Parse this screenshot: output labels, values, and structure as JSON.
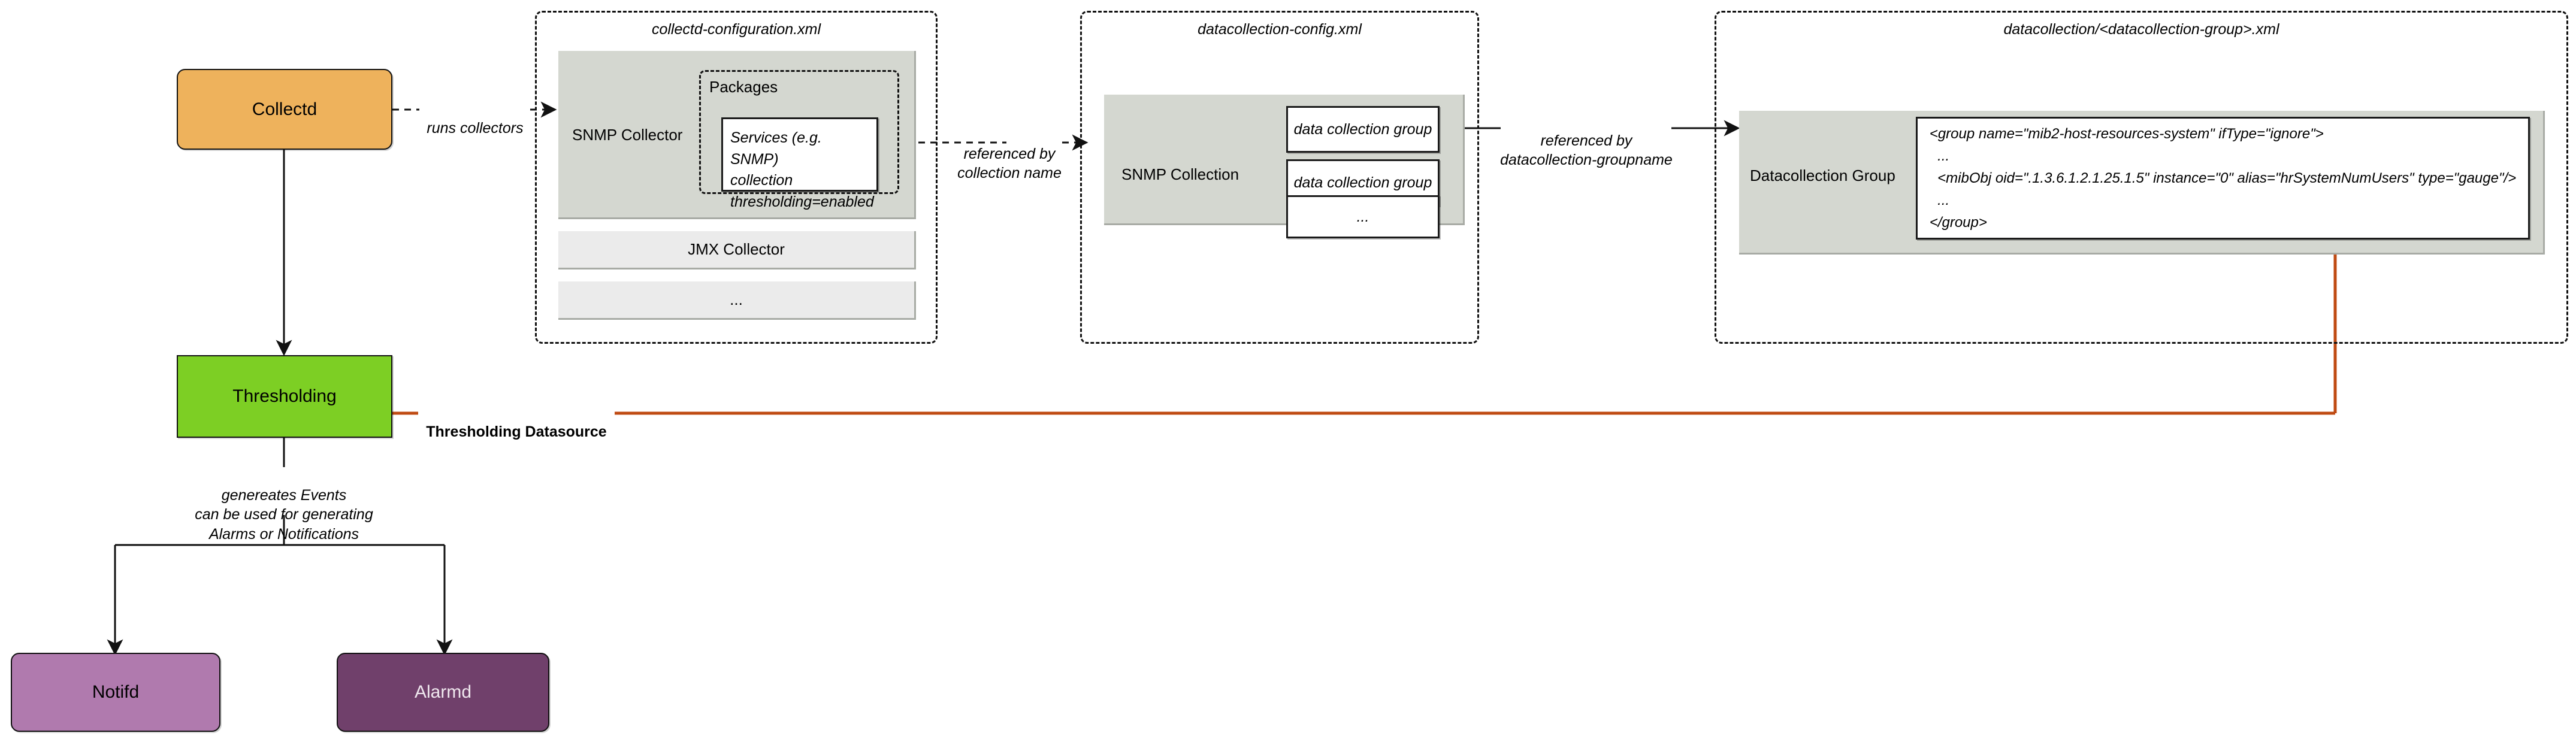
{
  "diagram": {
    "title": "OpenNMS Collectd data collection and thresholding flow",
    "colors": {
      "collectd": "#eeb25c",
      "thresholding": "#7dcf24",
      "notifd": "#b07aae",
      "alarmd": "#70406b",
      "panel_grey": "#d4d7d0",
      "row_grey": "#ebebeb",
      "datasource_orange": "#bf4a12",
      "stroke": "#111111"
    }
  },
  "nodes": {
    "collectd": {
      "label": "Collectd"
    },
    "thresholding": {
      "label": "Thresholding"
    },
    "notifd": {
      "label": "Notifd"
    },
    "alarmd": {
      "label": "Alarmd"
    }
  },
  "containers": {
    "collectd_config": {
      "title": "collectd-configuration.xml",
      "snmp_collector": {
        "label": "SNMP Collector"
      },
      "packages": {
        "title": "Packages"
      },
      "services": {
        "text": "Services (e.g. SNMP)\ncollection\nthresholding=enabled"
      },
      "rows": [
        {
          "label": "JMX Collector"
        },
        {
          "label": "..."
        }
      ]
    },
    "datacollection_config": {
      "title": "datacollection-config.xml",
      "snmp_collection": {
        "label": "SNMP Collection"
      },
      "groups": [
        {
          "label": "data collection group"
        },
        {
          "label": "data collection group"
        },
        {
          "label": "..."
        }
      ]
    },
    "datacollection_group_file": {
      "title": "datacollection/<datacollection-group>.xml",
      "group_panel": {
        "label": "Datacollection Group"
      },
      "code": "<group name=\"mib2-host-resources-system\" ifType=\"ignore\">\n  ...\n  <mibObj oid=\".1.3.6.1.2.1.25.1.5\" instance=\"0\" alias=\"hrSystemNumUsers\" type=\"gauge\"/>\n  ...\n</group>"
    }
  },
  "edges": {
    "runs_collectors": {
      "label": "runs collectors",
      "style": "dashed"
    },
    "referenced_by_collection_name": {
      "label": "referenced by\ncollection name",
      "style": "dashed"
    },
    "referenced_by_groupname": {
      "label": "referenced by\ndatacollection-groupname",
      "style": "solid"
    },
    "thresholding_datasource": {
      "label": "Thresholding Datasource",
      "style": "solid",
      "color": "#bf4a12"
    },
    "generates_events": {
      "label": "genereates Events\ncan be used for generating\nAlarms or Notifications",
      "style": "solid"
    }
  }
}
